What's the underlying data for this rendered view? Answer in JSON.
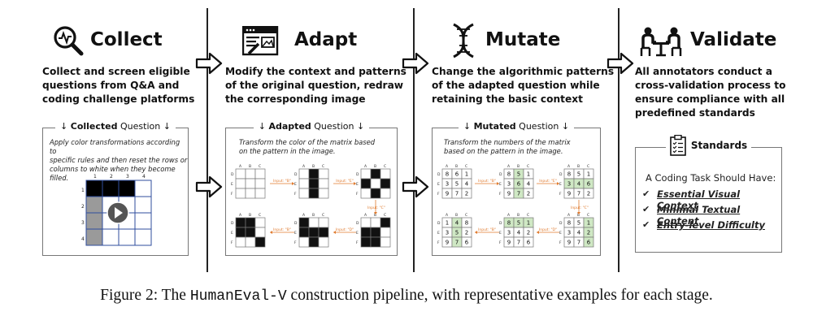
{
  "stages": [
    {
      "title": "Collect",
      "icon": "magnifier-chart-icon",
      "desc": [
        "Collect and screen eligible",
        "questions from Q&A and",
        "coding challenge platforms"
      ]
    },
    {
      "title": "Adapt",
      "icon": "browser-edit-icon",
      "desc": [
        "Modify the context and patterns",
        "of the original question, redraw",
        "the corresponding image"
      ]
    },
    {
      "title": "Mutate",
      "icon": "dna-icon",
      "desc": [
        "Change the algorithmic patterns",
        "of the adapted question while",
        "retaining the basic context"
      ]
    },
    {
      "title": "Validate",
      "icon": "team-meeting-icon",
      "desc": [
        "All annotators conduct a",
        "cross-validation process to",
        "ensure compliance with all",
        "predefined standards"
      ]
    }
  ],
  "panels": {
    "collected": {
      "label_bold": "Collected",
      "label_rest": " Question",
      "arrow": "↓",
      "text": [
        "Apply color transformations according to",
        "specific rules and then reset the rows or",
        "columns to white when they become filled."
      ],
      "grid_cols": [
        "1",
        "2",
        "3",
        "4"
      ],
      "grid_rows": [
        "1",
        "2",
        "3",
        "4"
      ]
    },
    "adapted": {
      "label_bold": "Adapted",
      "label_rest": " Question",
      "arrow": "↓",
      "text": [
        "Transform the color of the matrix based",
        "on the pattern in the image."
      ],
      "inputs": [
        "Input: \"B\"",
        "Input: \"E\"",
        "Input: \"C\"",
        "Input: \"B\"",
        "Input: \"D\""
      ]
    },
    "mutated": {
      "label_bold": "Mutated",
      "label_rest": " Question",
      "arrow": "↓",
      "text": [
        "Transform the numbers of the matrix",
        "based on the pattern in the image."
      ],
      "inputs": [
        "Input: \"B\"",
        "Input: \"E\"",
        "Input: \"C\"",
        "Input: \"B\"",
        "Input: \"D\""
      ],
      "m1": [
        [
          "8",
          "6",
          "1"
        ],
        [
          "3",
          "5",
          "4"
        ],
        [
          "9",
          "7",
          "2"
        ]
      ],
      "m2": [
        [
          "8",
          "5",
          "1"
        ],
        [
          "3",
          "6",
          "4"
        ],
        [
          "9",
          "7",
          "2"
        ]
      ],
      "m3": [
        [
          "8",
          "5",
          "1"
        ],
        [
          "3",
          "4",
          "6"
        ],
        [
          "9",
          "7",
          "2"
        ]
      ],
      "m4": [
        [
          "8",
          "5",
          "1"
        ],
        [
          "3",
          "4",
          "2"
        ],
        [
          "9",
          "7",
          "6"
        ]
      ],
      "m5": [
        [
          "8",
          "5",
          "1"
        ],
        [
          "3",
          "4",
          "2"
        ],
        [
          "9",
          "7",
          "6"
        ]
      ],
      "m6": [
        [
          "1",
          "4",
          "8"
        ],
        [
          "3",
          "5",
          "2"
        ],
        [
          "9",
          "7",
          "6"
        ]
      ]
    }
  },
  "standards": {
    "title": "Standards",
    "heading": "A Coding Task Should Have:",
    "items": [
      "Essential Visual Context",
      "Minimal Textual Content",
      "Entry-level Difficulty"
    ]
  },
  "caption": {
    "prefix": "Figure 2: The ",
    "mono": "HumanEval-V",
    "suffix": " construction pipeline, with representative examples for each stage."
  },
  "colors": {
    "green": "#cfe8c4",
    "dark": "#111111",
    "orange": "#e07a2e",
    "grid_blue": "#2f4e9e",
    "gray_cell": "#9a9a9a"
  }
}
